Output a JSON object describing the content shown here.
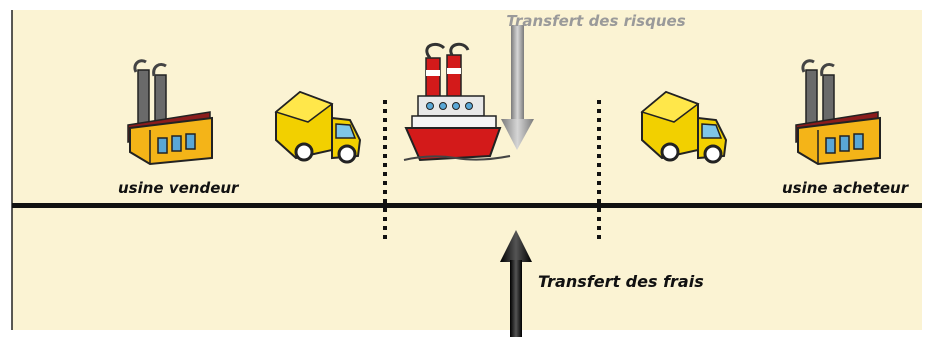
{
  "labels": {
    "risk_transfer": "Transfert des risques",
    "cost_transfer": "Transfert des frais",
    "seller_factory": "usine vendeur",
    "buyer_factory": "usine acheteur"
  },
  "colors": {
    "background": "#fbf3d3",
    "baseline": "#111111",
    "factory_wall": "#f4b418",
    "factory_roof": "#8b1c1c",
    "truck": "#f2d000",
    "ship_hull": "#d31a1a",
    "risk_arrow": "#9a9a9a",
    "cost_arrow": "#111111"
  },
  "icons": [
    "seller-factory-icon",
    "truck-icon",
    "ship-icon",
    "truck-icon",
    "buyer-factory-icon"
  ]
}
